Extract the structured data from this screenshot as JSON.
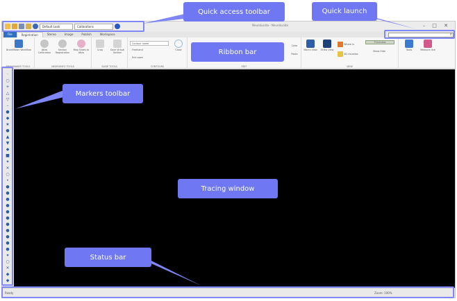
{
  "qat": {
    "layout_dropdown": "Default Look",
    "calibrations_dropdown": "Calibrations"
  },
  "window": {
    "title": "Neurolucida - Neurolucida",
    "buttons": "– □ ✕"
  },
  "tabs": [
    {
      "label": "File"
    },
    {
      "label": "Registration"
    },
    {
      "label": "Stereo"
    },
    {
      "label": "Image"
    },
    {
      "label": "Publish"
    },
    {
      "label": "Workspace"
    }
  ],
  "ribbon": {
    "groups": [
      {
        "label": "BRAINMAKER TOOLS",
        "buttons": [
          "BrainMaker Workflow"
        ]
      },
      {
        "label": "NEUROINFO TOOLS",
        "buttons": [
          "Atlas Calibration",
          "Section Registration",
          "Map Slides to Atlas"
        ]
      },
      {
        "label": "SLIDE TOOLS",
        "buttons": [
          "Crop",
          "Save Virtual Section"
        ]
      },
      {
        "label": "CONTOURS",
        "buttons": [
          "Contour name",
          "Freehand",
          "End open",
          "Close"
        ]
      },
      {
        "label": "EDIT",
        "buttons": [
          "Color",
          "Paste"
        ]
      },
      {
        "label": "VIEW",
        "buttons": [
          "Macro View",
          "Ortho View",
          "Where is",
          "3D visualize",
          "Thickness",
          "Show Hide"
        ]
      },
      {
        "label": "",
        "buttons": [
          "Tools",
          "Measure line"
        ]
      }
    ]
  },
  "status": {
    "left": "Ready",
    "right": "Zoom: 100%"
  },
  "callouts": {
    "quick_access": "Quick access toolbar",
    "quick_launch": "Quick launch",
    "ribbon": "Ribbon bar",
    "markers": "Markers toolbar",
    "tracing": "Tracing window",
    "status": "Status bar"
  },
  "colors": {
    "callout": "#6f78f2",
    "highlight": "#7f86f5",
    "file_tab": "#2e6fc1",
    "tracing_bg": "#000000"
  }
}
